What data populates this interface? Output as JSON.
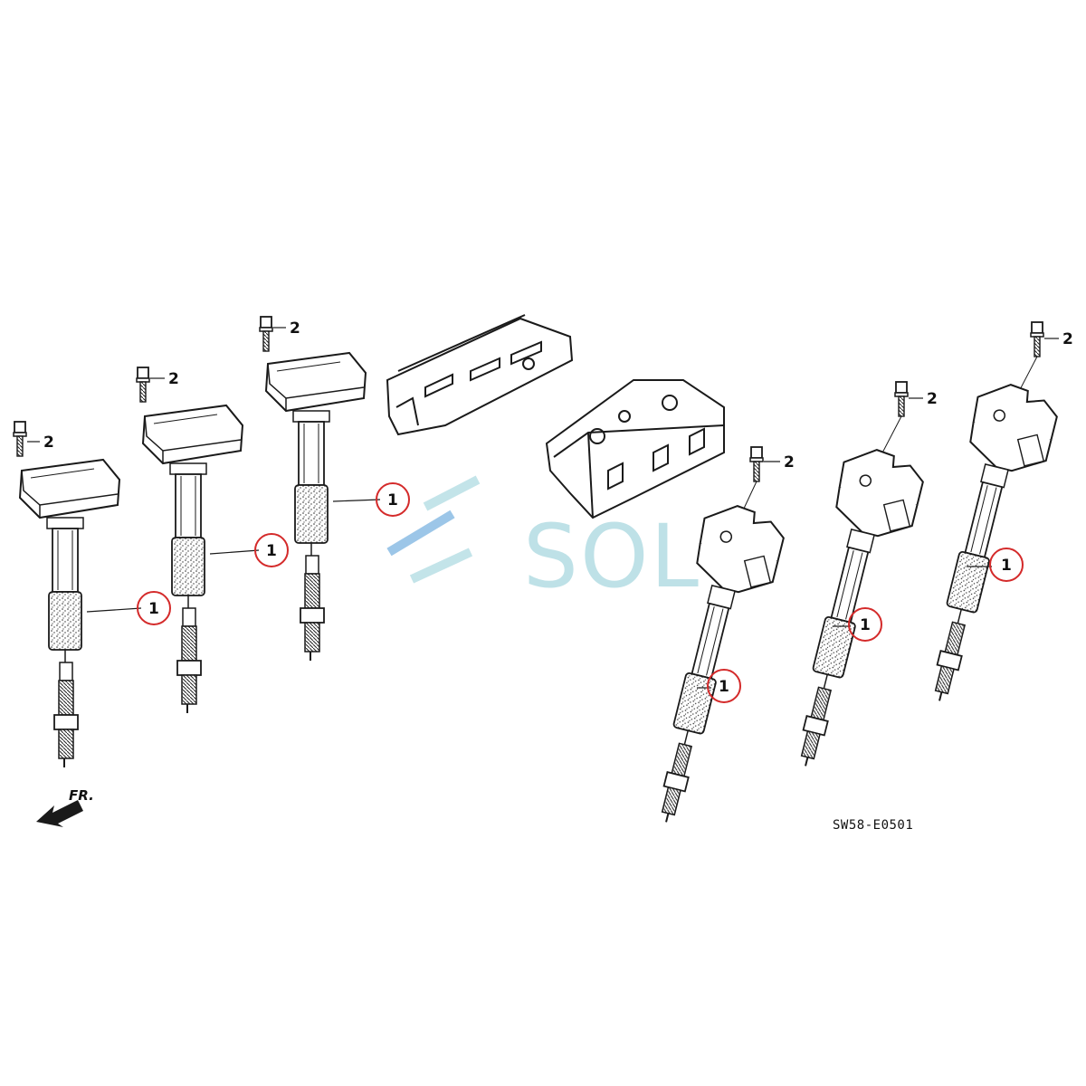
{
  "diagram": {
    "drawing_code": "SW58-E0501",
    "front_label": "FR.",
    "watermark": "SOL",
    "colors": {
      "line": "#1a1a1a",
      "callout_circle": "#d42a2a",
      "watermark": "#a9d8df",
      "watermark_accent": "#5aa0d8"
    },
    "callouts": [
      {
        "id": "bolt-1",
        "label": "2"
      },
      {
        "id": "bolt-2",
        "label": "2"
      },
      {
        "id": "bolt-3",
        "label": "2"
      },
      {
        "id": "bolt-4",
        "label": "2"
      },
      {
        "id": "bolt-5",
        "label": "2"
      },
      {
        "id": "bolt-6",
        "label": "2"
      },
      {
        "id": "coil-1",
        "label": "1"
      },
      {
        "id": "coil-2",
        "label": "1"
      },
      {
        "id": "coil-3",
        "label": "1"
      },
      {
        "id": "coil-4",
        "label": "1"
      },
      {
        "id": "coil-5",
        "label": "1"
      },
      {
        "id": "coil-6",
        "label": "1"
      }
    ]
  }
}
